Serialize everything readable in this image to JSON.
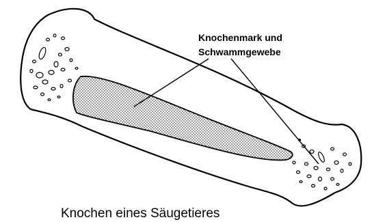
{
  "label": {
    "line1": "Knochenmark und",
    "line2": "Schwammgewebe"
  },
  "caption": "Knochen eines Säugetieres",
  "colors": {
    "ink": "#000000",
    "background": "#ffffff"
  }
}
